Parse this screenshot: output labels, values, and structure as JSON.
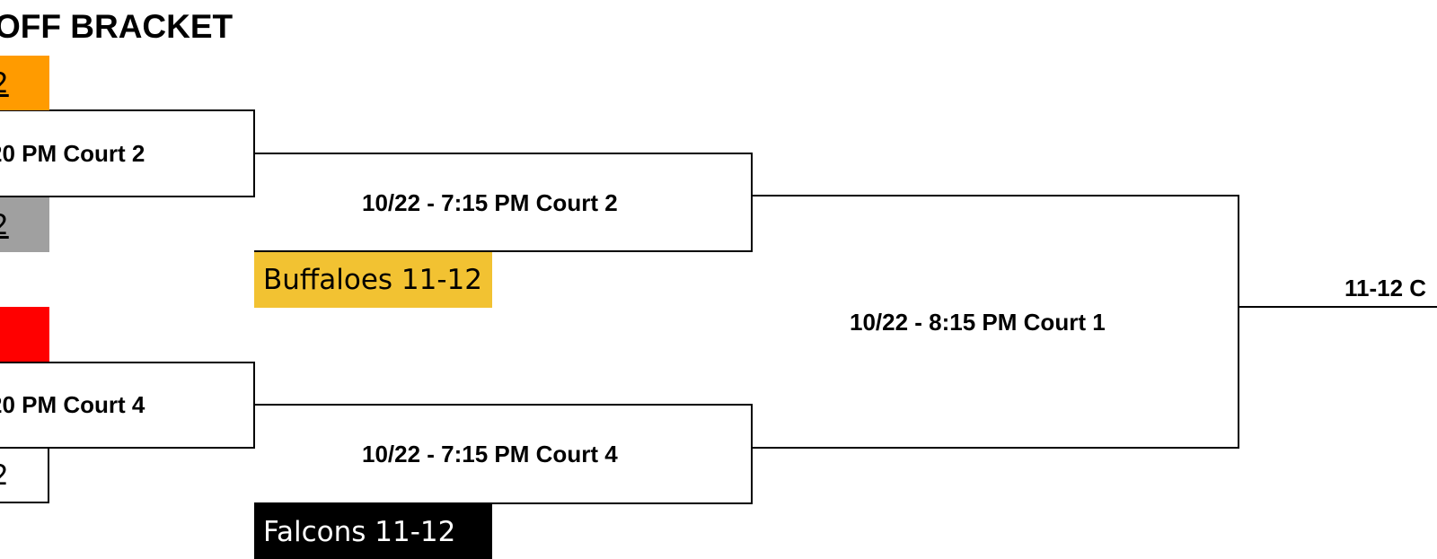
{
  "bracket": {
    "title": "OFF BRACKET",
    "round1": {
      "game1_label": "20 PM Court 2",
      "game2_label": "20 PM Court 4"
    },
    "round2": {
      "game1_label": "10/22 - 7:15 PM Court 2",
      "game2_label": "10/22 - 7:15 PM Court 4"
    },
    "semifinal": {
      "label": "10/22 - 8:15 PM Court 1"
    },
    "final": {
      "label": "11-12 C"
    },
    "teams": {
      "orange": {
        "label": "2",
        "color": "#FF9B00"
      },
      "gray": {
        "label": "2",
        "color": "#A0A0A0"
      },
      "red": {
        "label": "",
        "color": "#FF0000"
      },
      "white": {
        "label": "2",
        "color": "#FFFFFF"
      },
      "buffaloes": {
        "label": "Buffaloes 11-12",
        "color": "#F2C232"
      },
      "falcons": {
        "label": "Falcons 11-12",
        "color": "#000000"
      }
    }
  }
}
